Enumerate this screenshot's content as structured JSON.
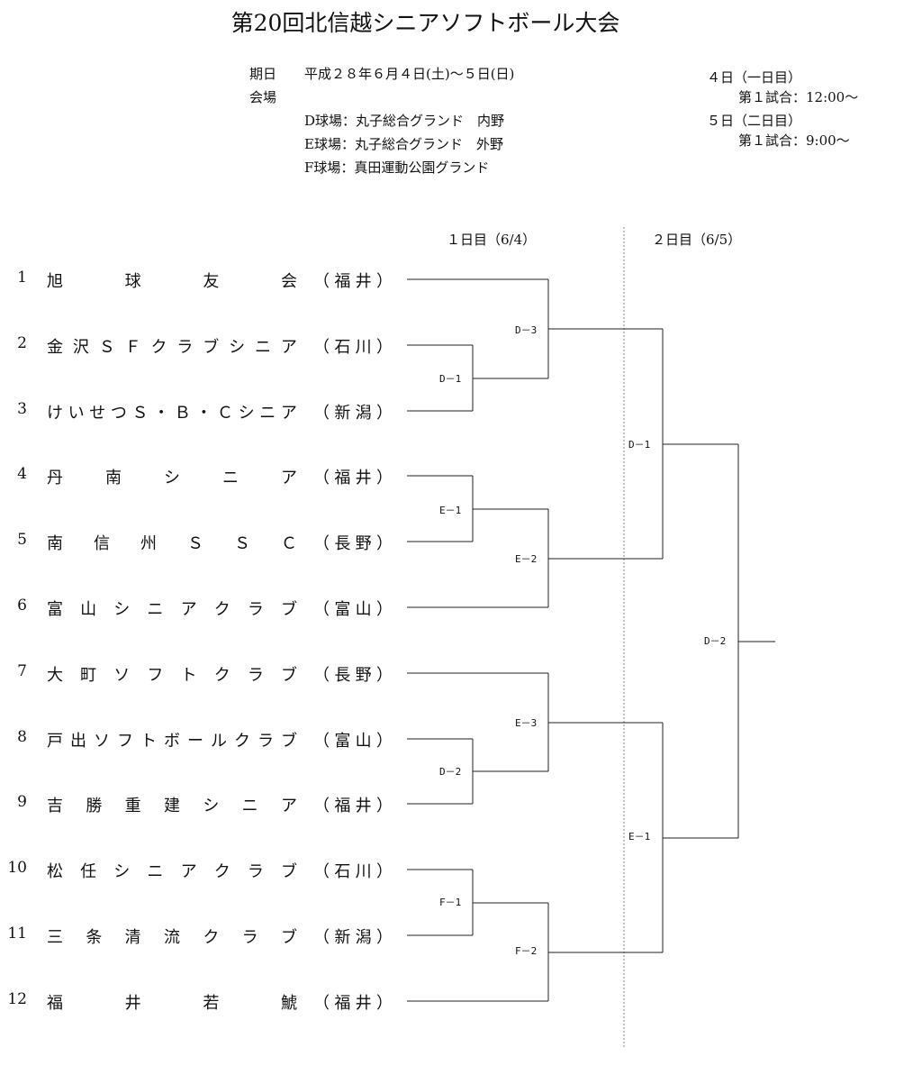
{
  "title": "第20回北信越シニアソフトボール大会",
  "info": {
    "date_label": "期日",
    "date_value": "平成２８年６月４日(土)～５日(日)",
    "venue_label": "会場",
    "venues": [
      "D球場：丸子総合グランド　内野",
      "E球場：丸子総合グランド　外野",
      "F球場：真田運動公園グランド"
    ],
    "schedule": [
      {
        "day": "４日（一日目）",
        "first_match": "第１試合：12:00～"
      },
      {
        "day": "５日（二日目）",
        "first_match": "第１試合：9:00～"
      }
    ]
  },
  "day_headers": [
    "１日目（6/4）",
    "２日目（6/5）"
  ],
  "teams": [
    {
      "num": "1",
      "name": "旭球友会",
      "pref": "福井"
    },
    {
      "num": "2",
      "name": "金沢ＳＦクラブシニア",
      "pref": "石川"
    },
    {
      "num": "3",
      "name": "けいせつＳ・Ｂ・Ｃシニア",
      "pref": "新潟"
    },
    {
      "num": "4",
      "name": "丹南シニア",
      "pref": "福井"
    },
    {
      "num": "5",
      "name": "南信州ＳＳＣ",
      "pref": "長野"
    },
    {
      "num": "6",
      "name": "富山シニアクラブ",
      "pref": "富山"
    },
    {
      "num": "7",
      "name": "大町ソフトクラブ",
      "pref": "長野"
    },
    {
      "num": "8",
      "name": "戸出ソフトボールクラブ",
      "pref": "富山"
    },
    {
      "num": "9",
      "name": "吉勝重建シニア",
      "pref": "福井"
    },
    {
      "num": "10",
      "name": "松任シニアクラブ",
      "pref": "石川"
    },
    {
      "num": "11",
      "name": "三条清流クラブ",
      "pref": "新潟"
    },
    {
      "num": "12",
      "name": "福井若鯱",
      "pref": "福井"
    }
  ],
  "matches": {
    "r1": [
      "D－1",
      "E－1",
      "D－2",
      "F－1"
    ],
    "r2": [
      "D－3",
      "E－2",
      "E－3",
      "F－2"
    ],
    "r3": [
      "D－1",
      "E－1"
    ],
    "final": "D－2"
  }
}
